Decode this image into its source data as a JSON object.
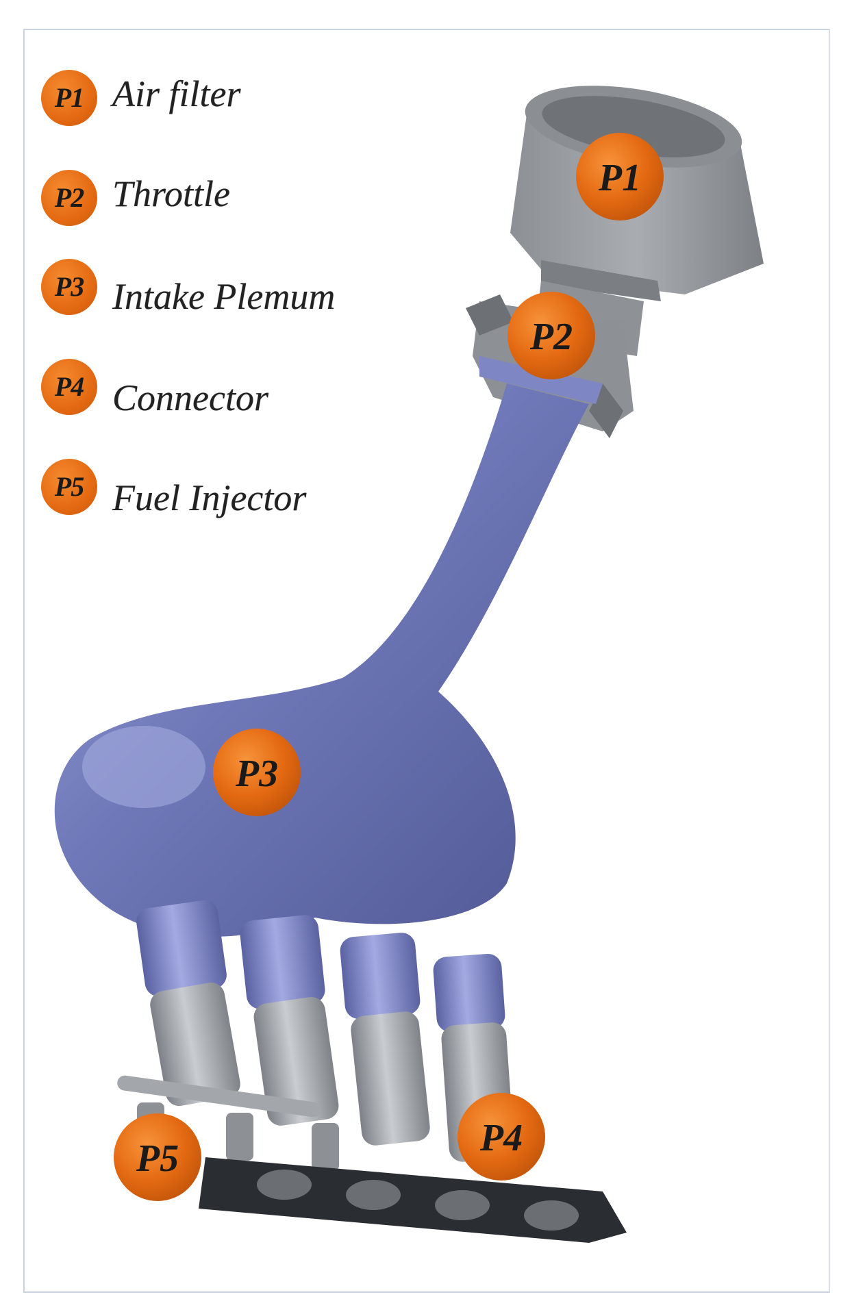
{
  "legend": [
    {
      "code": "P1",
      "label": "Air filter"
    },
    {
      "code": "P2",
      "label": "Throttle"
    },
    {
      "code": "P3",
      "label": "Intake  Plemum"
    },
    {
      "code": "P4",
      "label": "Connector"
    },
    {
      "code": "P5",
      "label": "Fuel Injector"
    }
  ],
  "markers": {
    "p1": "P1",
    "p2": "P2",
    "p3": "P3",
    "p4": "P4",
    "p5": "P5"
  },
  "colors": {
    "badge_orange": "#e46a12",
    "manifold_blue": "#6b73b3",
    "metal_gray": "#9a9ea3",
    "gasket_black": "#2a2d31"
  }
}
